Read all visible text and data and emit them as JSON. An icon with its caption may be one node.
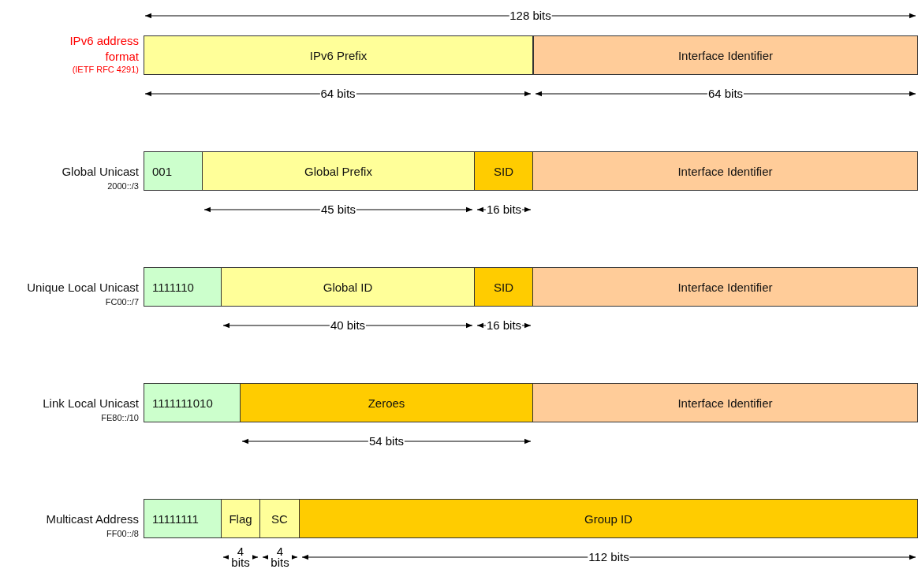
{
  "diagram": {
    "nodes": [
      {
        "text": [
          "IPv6 Prefix"
        ]
      },
      {
        "text": [
          "Interface Identifier"
        ]
      },
      {
        "text": [
          "001"
        ]
      },
      {
        "text": [
          "Global Prefix"
        ]
      },
      {
        "text": [
          "SID"
        ]
      },
      {
        "text": [
          "Interface Identifier"
        ]
      },
      {
        "text": [
          "1111110"
        ]
      },
      {
        "text": [
          "Global ID"
        ]
      },
      {
        "text": [
          "SID"
        ]
      },
      {
        "text": [
          "Interface Identifier"
        ]
      },
      {
        "text": [
          "1111111010"
        ]
      },
      {
        "text": [
          "Zeroes"
        ]
      },
      {
        "text": [
          "Interface Identifier"
        ]
      },
      {
        "text": [
          "11111111"
        ]
      },
      {
        "text": [
          "Flag"
        ]
      },
      {
        "text": [
          "SC"
        ]
      },
      {
        "text": [
          "Group ID"
        ]
      }
    ],
    "edges": [],
    "labels": [
      "128 bits",
      "IPv6 address format",
      "(IETF RFC 4291)",
      "64 bits",
      "64 bits",
      "Global Unicast",
      "2000::/3",
      "45 bits",
      "16 bits",
      "Unique Local Unicast",
      "FC00::/7",
      "40 bits",
      "16 bits",
      "Link Local Unicast",
      "FE80::/10",
      "54 bits",
      "Multicast Address",
      "FF00::/8",
      "4 bits",
      "4 bits",
      "112 bits"
    ]
  }
}
